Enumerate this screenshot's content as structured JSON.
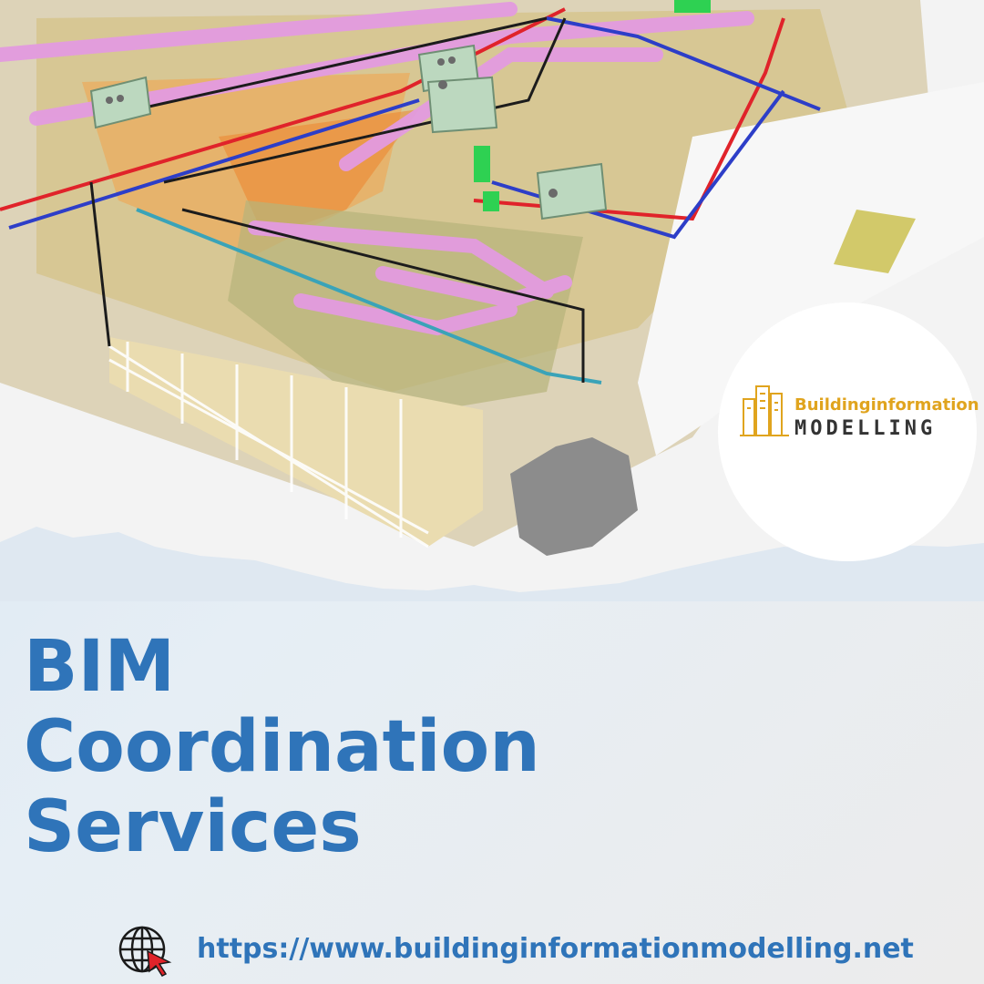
{
  "hero": {
    "icon": "bim-3d-model-illustration"
  },
  "logo": {
    "line1": "Buildinginformation",
    "line2": "MODELLING",
    "accent_color": "#E0A41E",
    "text_color": "#333333",
    "icon": "building-logo-icon"
  },
  "headline": {
    "line1": "BIM",
    "line2": "Coordination",
    "line3": "Services",
    "color": "#2F74B9"
  },
  "footer": {
    "url": "https://www.buildinginformationmodelling.net",
    "icon": "globe-cursor-icon"
  }
}
